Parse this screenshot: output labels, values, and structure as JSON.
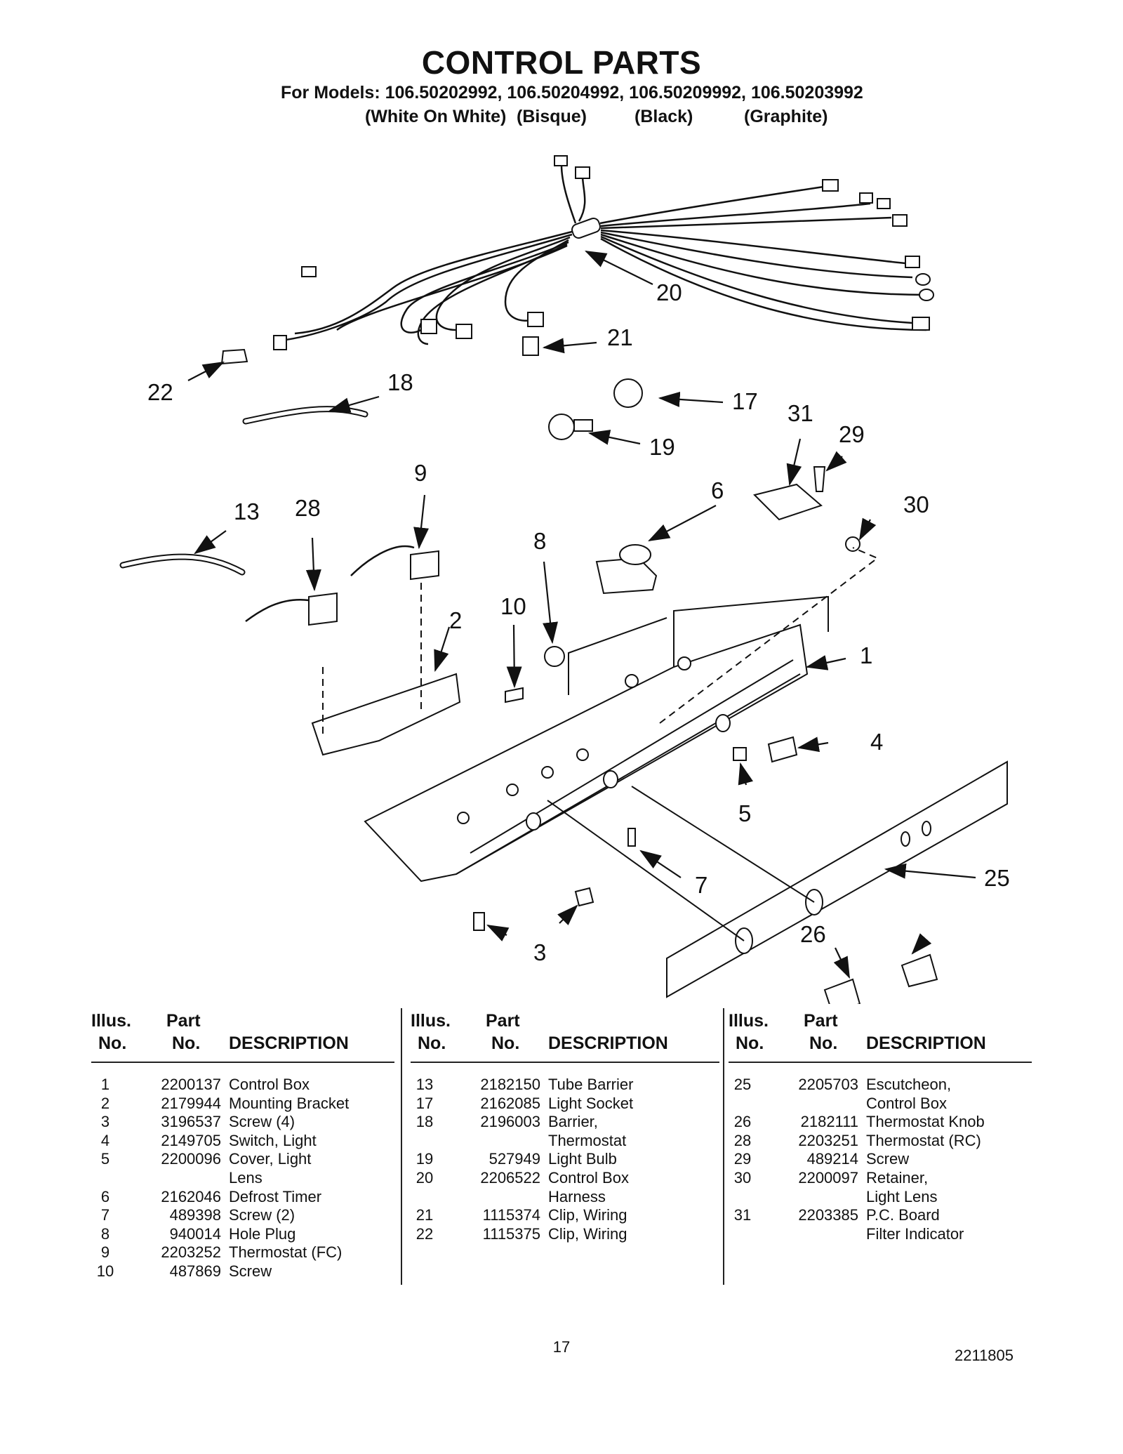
{
  "title": "CONTROL PARTS",
  "models_line": "For Models: 106.50202992, 106.50204992, 106.50209992, 106.50203992",
  "variants": [
    "(White On White)",
    "(Bisque)",
    "(Black)",
    "(Graphite)"
  ],
  "callouts": [
    "20",
    "21",
    "22",
    "18",
    "17",
    "31",
    "29",
    "19",
    "9",
    "6",
    "30",
    "13",
    "28",
    "8",
    "2",
    "10",
    "1",
    "4",
    "5",
    "7",
    "25",
    "26",
    "3"
  ],
  "table_headers": {
    "illus_1": "Illus.",
    "illus_2": "No.",
    "part_1": "Part",
    "part_2": "No.",
    "description": "DESCRIPTION"
  },
  "columns": [
    [
      {
        "illus": "1",
        "part": "2200137",
        "desc": [
          "Control Box"
        ]
      },
      {
        "illus": "2",
        "part": "2179944",
        "desc": [
          "Mounting Bracket"
        ]
      },
      {
        "illus": "3",
        "part": "3196537",
        "desc": [
          "Screw (4)"
        ]
      },
      {
        "illus": "4",
        "part": "2149705",
        "desc": [
          "Switch, Light"
        ]
      },
      {
        "illus": "5",
        "part": "2200096",
        "desc": [
          "Cover, Light",
          "Lens"
        ]
      },
      {
        "illus": "6",
        "part": "2162046",
        "desc": [
          "Defrost Timer"
        ]
      },
      {
        "illus": "7",
        "part": "489398",
        "desc": [
          "Screw (2)"
        ]
      },
      {
        "illus": "8",
        "part": "940014",
        "desc": [
          "Hole Plug"
        ]
      },
      {
        "illus": "9",
        "part": "2203252",
        "desc": [
          "Thermostat (FC)"
        ]
      },
      {
        "illus": "10",
        "part": "487869",
        "desc": [
          "Screw"
        ]
      }
    ],
    [
      {
        "illus": "13",
        "part": "2182150",
        "desc": [
          "Tube Barrier"
        ]
      },
      {
        "illus": "17",
        "part": "2162085",
        "desc": [
          "Light Socket"
        ]
      },
      {
        "illus": "18",
        "part": "2196003",
        "desc": [
          "Barrier,",
          "Thermostat"
        ]
      },
      {
        "illus": "19",
        "part": "527949",
        "desc": [
          "Light Bulb"
        ]
      },
      {
        "illus": "20",
        "part": "2206522",
        "desc": [
          "Control Box",
          "Harness"
        ]
      },
      {
        "illus": "21",
        "part": "1115374",
        "desc": [
          "Clip, Wiring"
        ]
      },
      {
        "illus": "22",
        "part": "1115375",
        "desc": [
          "Clip, Wiring"
        ]
      }
    ],
    [
      {
        "illus": "25",
        "part": "2205703",
        "desc": [
          "Escutcheon,",
          "Control Box"
        ]
      },
      {
        "illus": "26",
        "part": "2182111",
        "desc": [
          "Thermostat Knob"
        ]
      },
      {
        "illus": "28",
        "part": "2203251",
        "desc": [
          "Thermostat (RC)"
        ]
      },
      {
        "illus": "29",
        "part": "489214",
        "desc": [
          "Screw"
        ]
      },
      {
        "illus": "30",
        "part": "2200097",
        "desc": [
          "Retainer,",
          "Light Lens"
        ]
      },
      {
        "illus": "31",
        "part": "2203385",
        "desc": [
          "P.C. Board",
          "Filter Indicator"
        ]
      }
    ]
  ],
  "page_number": "17",
  "document_number": "2211805"
}
